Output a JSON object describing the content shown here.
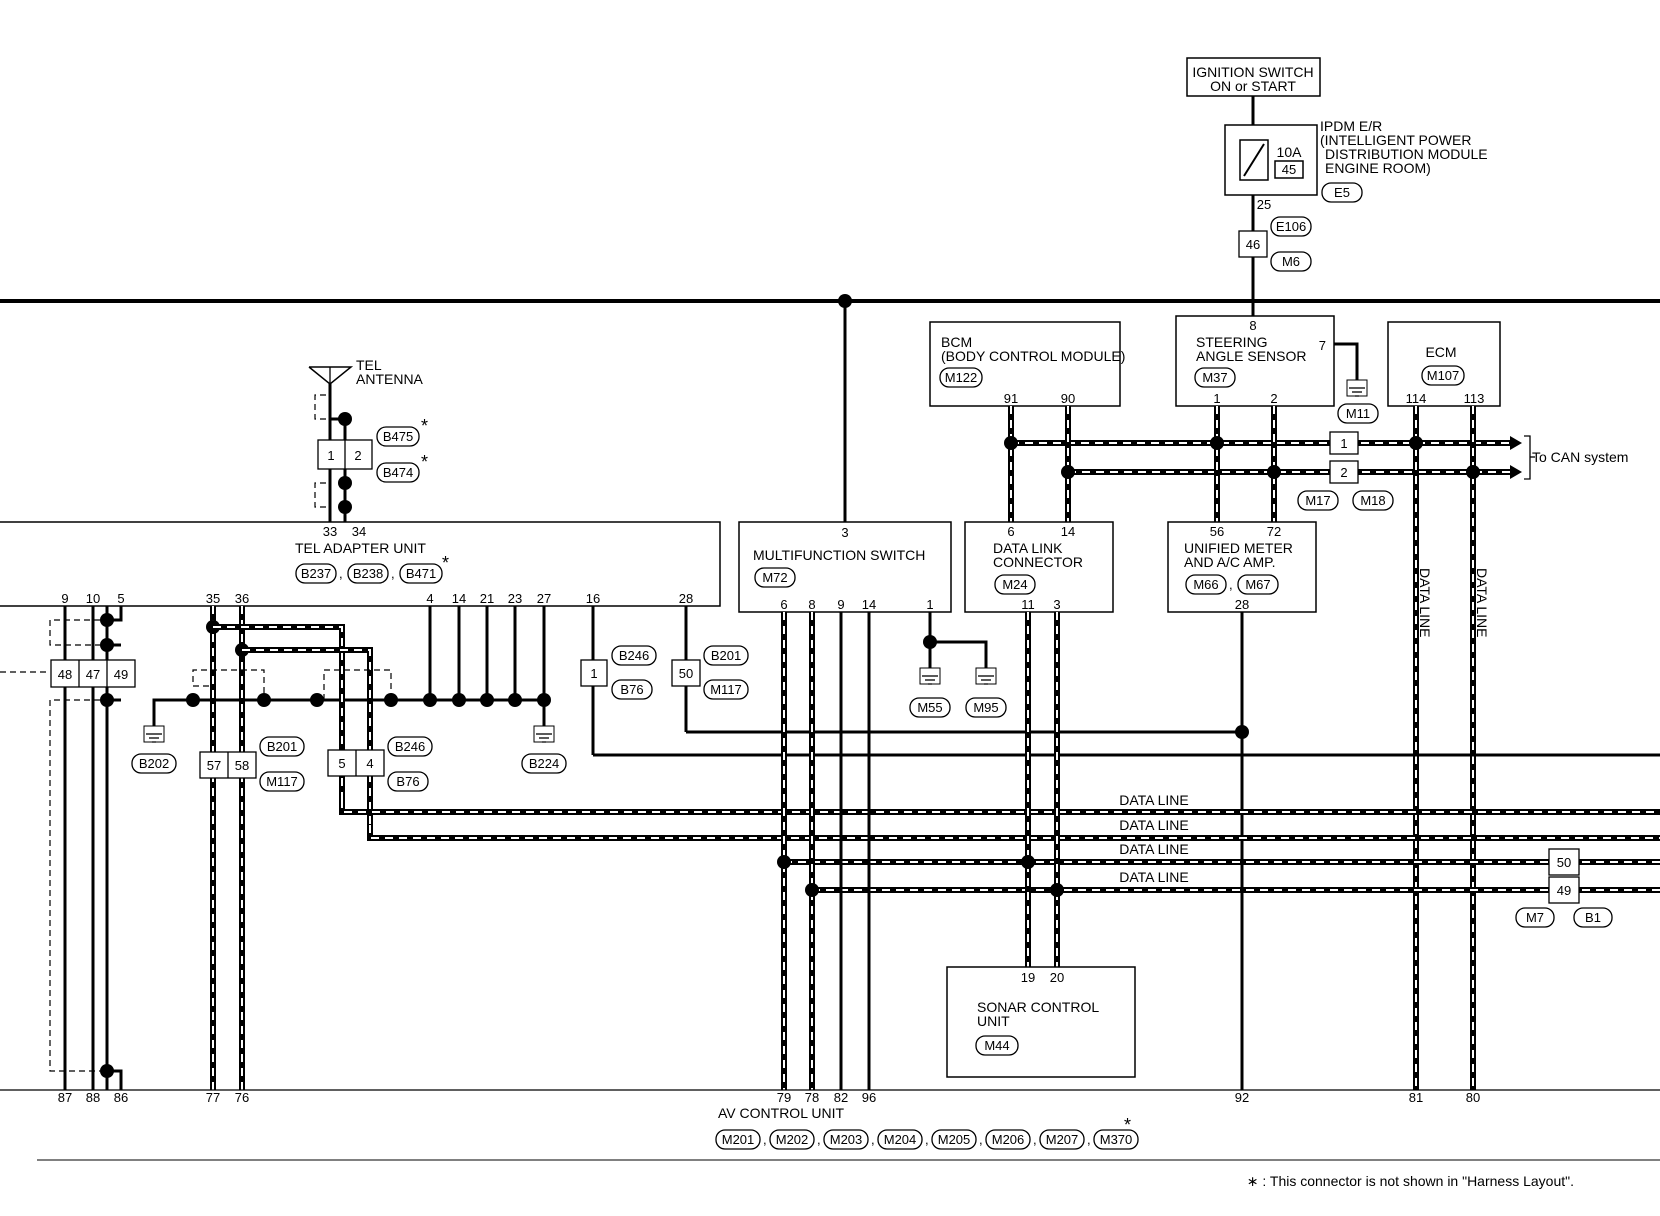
{
  "ignition": {
    "line1": "IGNITION SWITCH",
    "line2": "ON or START"
  },
  "ipdm": {
    "line1": "IPDM E/R",
    "line2": "(INTELLIGENT POWER",
    "line3": "DISTRIBUTION MODULE",
    "line4": "ENGINE ROOM)",
    "connector": "E5",
    "fuse_rating": "10A",
    "fuse_number": "45",
    "pin": "25"
  },
  "joint_e106": {
    "pin": "46",
    "conn_a": "E106",
    "conn_b": "M6"
  },
  "bcm": {
    "line1": "BCM",
    "line2": "(BODY CONTROL MODULE)",
    "connector": "M122",
    "pin_a": "91",
    "pin_b": "90"
  },
  "steering": {
    "line1": "STEERING",
    "line2": "ANGLE SENSOR",
    "connector": "M37",
    "pin_top": "8",
    "pin_gnd": "7",
    "pin_a": "1",
    "pin_b": "2",
    "ground_conn": "M11"
  },
  "ecm": {
    "title": "ECM",
    "connector": "M107",
    "pin_a": "114",
    "pin_b": "113"
  },
  "can": {
    "label": "To CAN system",
    "pin1": "1",
    "pin2": "2",
    "conn_a": "M17",
    "conn_b": "M18"
  },
  "tel_antenna": {
    "line1": "TEL",
    "line2": "ANTENNA",
    "conn_a": "B475",
    "conn_b": "B474",
    "pin1": "1",
    "pin2": "2",
    "star": "*"
  },
  "tel_adapter": {
    "title": "TEL ADAPTER UNIT",
    "connectors": [
      "B237",
      "B238",
      "B471"
    ],
    "star": "*",
    "top_pins": [
      "33",
      "34"
    ],
    "bottom_pins": [
      "9",
      "10",
      "5",
      "35",
      "36",
      "4",
      "14",
      "21",
      "23",
      "27",
      "16",
      "28"
    ]
  },
  "multifunction": {
    "title": "MULTIFUNCTION SWITCH",
    "connector": "M72",
    "pin_top": "3",
    "pins": [
      "6",
      "8",
      "9",
      "14",
      "1"
    ],
    "grounds": [
      "M55",
      "M95"
    ]
  },
  "data_link": {
    "line1": "DATA LINK",
    "line2": "CONNECTOR",
    "connector": "M24",
    "pins_top": [
      "6",
      "14"
    ],
    "pins_bottom": [
      "11",
      "3"
    ]
  },
  "unified_meter": {
    "line1": "UNIFIED METER",
    "line2": "AND A/C AMP.",
    "connectors": [
      "M66",
      "M67"
    ],
    "pins_top": [
      "56",
      "72"
    ],
    "pin_bottom": "28"
  },
  "sonar": {
    "line1": "SONAR CONTROL",
    "line2": "UNIT",
    "connector": "M44",
    "pins": [
      "19",
      "20"
    ]
  },
  "av_control": {
    "title": "AV CONTROL UNIT",
    "connectors": [
      "M201",
      "M202",
      "M203",
      "M204",
      "M205",
      "M206",
      "M207",
      "M370"
    ],
    "star": "*",
    "pins": [
      "87",
      "88",
      "86",
      "77",
      "76",
      "79",
      "78",
      "82",
      "96",
      "92",
      "81",
      "80"
    ]
  },
  "joints": {
    "j48": [
      "48",
      "47",
      "49"
    ],
    "j57": [
      "57",
      "58"
    ],
    "j57_conn": [
      "B201",
      "M117"
    ],
    "j5": [
      "5",
      "4"
    ],
    "j5_conn": [
      "B246",
      "B76"
    ],
    "j1": "1",
    "j1_conn": [
      "B246",
      "B76"
    ],
    "j50": "50",
    "j50_conn": [
      "B201",
      "M117"
    ],
    "jm7": [
      "50",
      "49"
    ],
    "jm7_conn": [
      "M7",
      "B1"
    ]
  },
  "grounds": {
    "g1": "B202",
    "g2": "B224"
  },
  "data_line_label": "DATA LINE",
  "footnote": "∗ : This connector is not shown in \"Harness Layout\"."
}
